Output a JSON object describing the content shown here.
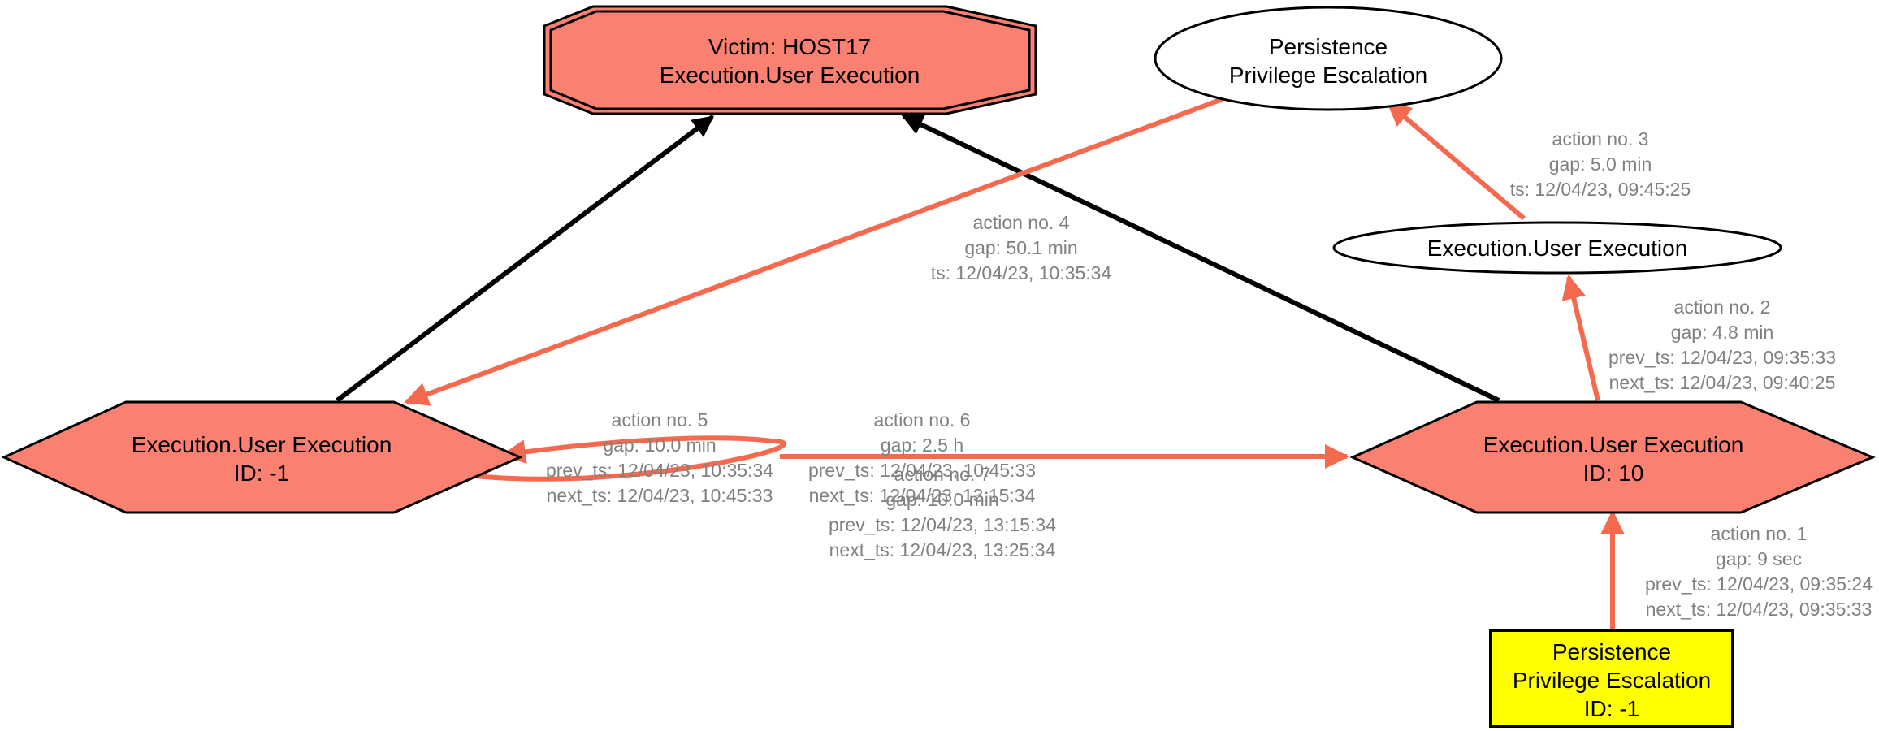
{
  "colors": {
    "victim_fill": "#fa8072",
    "attack_fill": "#fa8072",
    "start_fill": "#ffff00",
    "plain_fill": "#ffffff",
    "action_edge": "#f56a4f",
    "link_edge": "#000000",
    "label_text": "#808080",
    "outline": "#000000"
  },
  "nodes": {
    "victim": {
      "shape": "double-octagon",
      "lines": [
        "Victim: HOST17",
        "Execution.User Execution"
      ]
    },
    "persistence_top": {
      "shape": "ellipse",
      "lines": [
        "Persistence",
        "Privilege Escalation"
      ]
    },
    "exec_plain": {
      "shape": "ellipse",
      "lines": [
        "Execution.User Execution"
      ]
    },
    "exec_left": {
      "shape": "hexagon",
      "lines": [
        "Execution.User Execution",
        "ID: -1"
      ]
    },
    "exec_right": {
      "shape": "hexagon",
      "lines": [
        "Execution.User Execution",
        "ID: 10"
      ]
    },
    "start": {
      "shape": "box",
      "lines": [
        "Persistence",
        "Privilege Escalation",
        "ID: -1"
      ]
    }
  },
  "edge_labels": {
    "action1": [
      "action no. 1",
      "gap: 9 sec",
      "prev_ts: 12/04/23, 09:35:24",
      "next_ts: 12/04/23, 09:35:33"
    ],
    "action2": [
      "action no. 2",
      "gap: 4.8 min",
      "prev_ts: 12/04/23, 09:35:33",
      "next_ts: 12/04/23, 09:40:25"
    ],
    "action3": [
      "action no. 3",
      "gap: 5.0 min",
      "ts: 12/04/23, 09:45:25"
    ],
    "action4": [
      "action no. 4",
      "gap: 50.1 min",
      "ts: 12/04/23, 10:35:34"
    ],
    "action5": [
      "action no. 5",
      "gap: 10.0 min",
      "prev_ts: 12/04/23, 10:35:34",
      "next_ts: 12/04/23, 10:45:33"
    ],
    "action6": [
      "action no. 6",
      "gap: 2.5 h",
      "prev_ts: 12/04/23, 10:45:33",
      "next_ts: 12/04/23, 13:15:34"
    ],
    "action7": [
      "action no. 7",
      "gap: 10.0 min",
      "prev_ts: 12/04/23, 13:15:34",
      "next_ts: 12/04/23, 13:25:34"
    ]
  }
}
